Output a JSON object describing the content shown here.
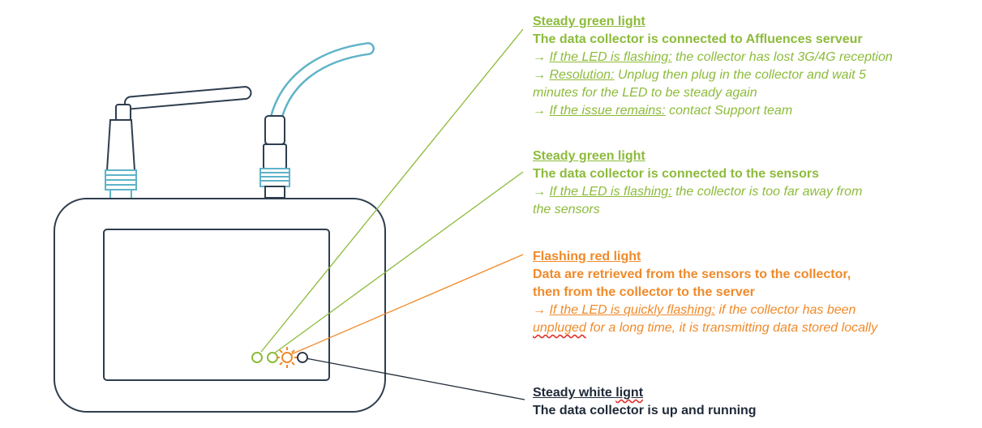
{
  "colors": {
    "green": "#8dbb3b",
    "orange": "#f08a2a",
    "dark": "#1f2a38",
    "device_outline": "#2e3e4e",
    "cable": "#5fb3c8"
  },
  "notes": {
    "server": {
      "title": "Steady green light",
      "subtitle": "The data collector is connected to Affluences serveur",
      "l1_label": "If the LED is flashing:",
      "l1_text": " the collector has lost 3G/4G reception",
      "l2_label": "Resolution:",
      "l2_text": " Unplug then plug in the collector and wait 5",
      "l2_cont": "minutes for the LED to be steady again",
      "l3_label": "If the issue remains:",
      "l3_text": " contact Support team"
    },
    "sensors": {
      "title": "Steady green light",
      "subtitle": "The data collector is connected to the sensors",
      "l1_label": "If the LED is flashing:",
      "l1_text": " the collector is too far away from",
      "l1_cont": "the sensors"
    },
    "transfer": {
      "title": "Flashing red light",
      "subtitle_1": "Data are retrieved from the sensors to the collector,",
      "subtitle_2": "then from the collector to the server",
      "l1_label": "If the LED is quickly flashing:",
      "l1_text": " if the collector has been",
      "l1_cont_a": "unpluged",
      "l1_cont_b": " for a long time, it is transmitting data stored locally"
    },
    "power": {
      "title_a": "Steady white ",
      "title_b": "lignt",
      "subtitle": "The data collector is up and running"
    }
  },
  "arrow_glyph": "→"
}
